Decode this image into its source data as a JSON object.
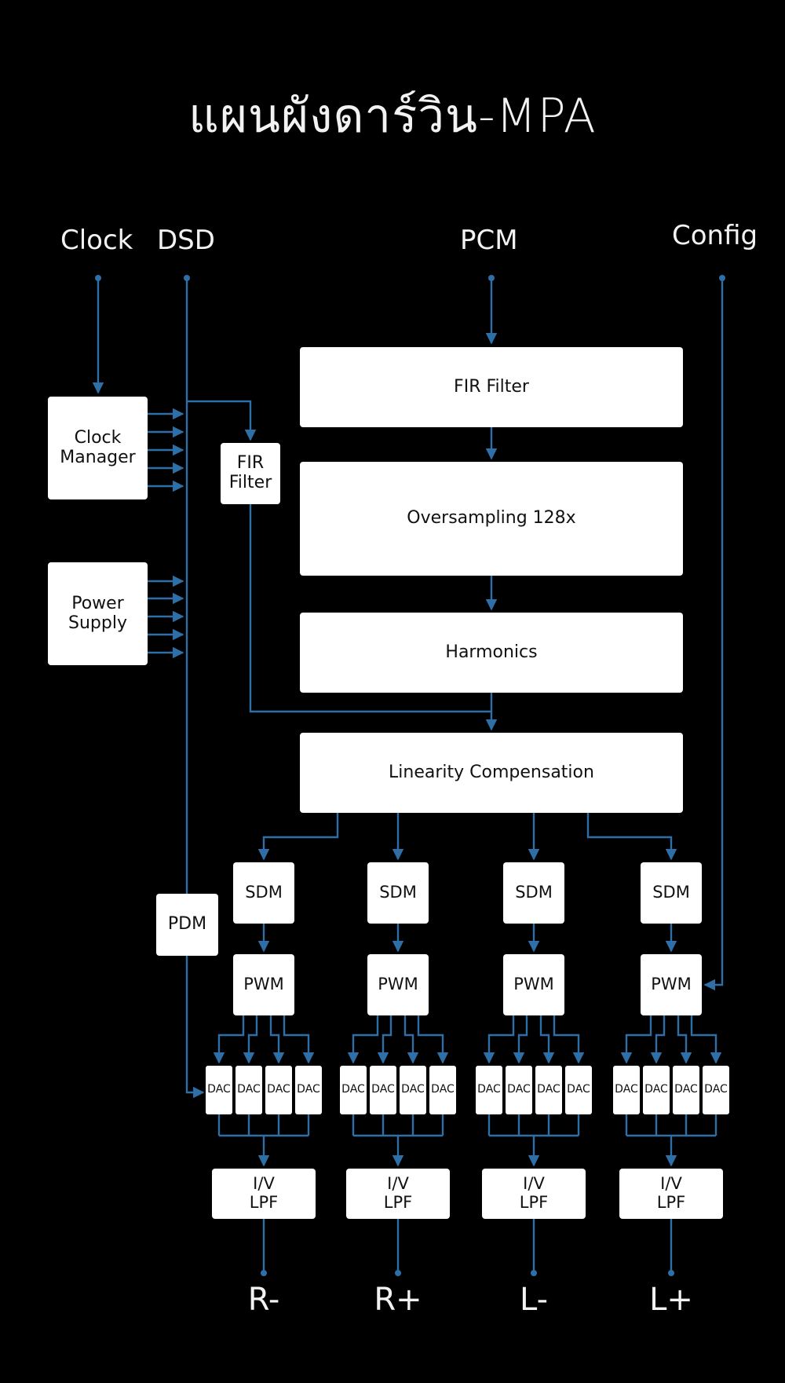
{
  "title": "แผนผังดาร์วิน-MPA",
  "inputs": {
    "clock": "Clock",
    "dsd": "DSD",
    "pcm": "PCM",
    "config": "Config"
  },
  "blocks": {
    "fir_main": "FIR Filter",
    "oversampling": "Oversampling 128x",
    "harmonics": "Harmonics",
    "linearity": "Linearity Compensation",
    "clock_manager": [
      "Clock",
      "Manager"
    ],
    "power_supply": [
      "Power",
      "Supply"
    ],
    "fir_dsd": [
      "FIR",
      "Filter"
    ],
    "pdm": "PDM"
  },
  "channels": [
    {
      "sdm": "SDM",
      "pwm": "PWM",
      "dacs": [
        "DAC",
        "DAC",
        "DAC",
        "DAC"
      ],
      "iv": [
        "I/V",
        "LPF"
      ],
      "output": "R-"
    },
    {
      "sdm": "SDM",
      "pwm": "PWM",
      "dacs": [
        "DAC",
        "DAC",
        "DAC",
        "DAC"
      ],
      "iv": [
        "I/V",
        "LPF"
      ],
      "output": "R+"
    },
    {
      "sdm": "SDM",
      "pwm": "PWM",
      "dacs": [
        "DAC",
        "DAC",
        "DAC",
        "DAC"
      ],
      "iv": [
        "I/V",
        "LPF"
      ],
      "output": "L-"
    },
    {
      "sdm": "SDM",
      "pwm": "PWM",
      "dacs": [
        "DAC",
        "DAC",
        "DAC",
        "DAC"
      ],
      "iv": [
        "I/V",
        "LPF"
      ],
      "output": "L+"
    }
  ],
  "colors": {
    "background": "#000000",
    "wire": "#2f6fa8",
    "block": "#ffffff",
    "text": "#f2f2f2"
  }
}
